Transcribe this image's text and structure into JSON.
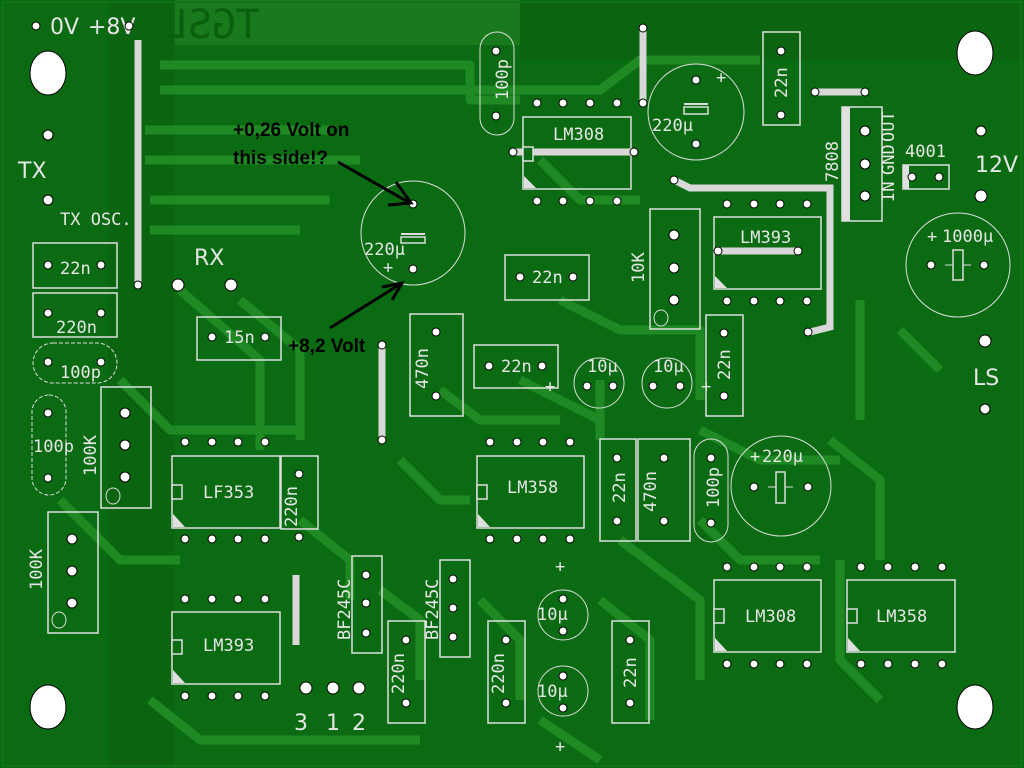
{
  "board": {
    "title_mirrored": "TGSL",
    "colors": {
      "board": "#0b6b12",
      "trace": "#1f8a24",
      "silkscreen": "#e6e6e6",
      "pad": "#ffffff",
      "annotation": "#000000"
    }
  },
  "connectors": {
    "power_in": {
      "labels": [
        "0V",
        "+8V"
      ]
    },
    "tx": "TX",
    "tx_osc": "TX OSC.",
    "rx": "RX",
    "supply": "12V",
    "speaker": "LS",
    "pins": [
      "3",
      "1",
      "2"
    ]
  },
  "annotations": [
    {
      "text_line1": "+0,26 Volt on",
      "text_line2": "this side!?"
    },
    {
      "text": "+8,2 Volt"
    }
  ],
  "components": {
    "ics": [
      "LM308",
      "LM393",
      "LF353",
      "LM393",
      "LM358",
      "LM308",
      "LM358"
    ],
    "regulator": {
      "name": "7808",
      "pins": [
        "IN",
        "GND",
        "OUT"
      ]
    },
    "diode": "4001",
    "transistors": [
      "BF245C",
      "BF245C"
    ],
    "pots": [
      "10K",
      "100K",
      "100K"
    ],
    "capacitors": {
      "c_100p_top": "100p",
      "c_22n_tl": "22n",
      "c_220n_tl": "220n",
      "c_100p_l1": "100p",
      "c_100p_l2": "100p",
      "c_15n": "15n",
      "c_220u_mid": "220µ",
      "c_220u_top": "220µ",
      "c_22n_top": "22n",
      "c_1000u": "1000µ",
      "c_22n_m1": "22n",
      "c_22n_m2": "22n",
      "c_470n_m": "470n",
      "c_10u_a": "10µ",
      "c_10u_b": "10µ",
      "c_22n_r": "22n",
      "c_220n_lf": "220n",
      "c_22n_b": "22n",
      "c_470n_b": "470n",
      "c_100p_b": "100p",
      "c_220u_b": "220µ",
      "c_220n_b1": "220n",
      "c_220n_b2": "220n",
      "c_10u_c": "10µ",
      "c_10u_d": "10µ",
      "c_22n_bb": "22n"
    },
    "plus_mark": "+"
  }
}
